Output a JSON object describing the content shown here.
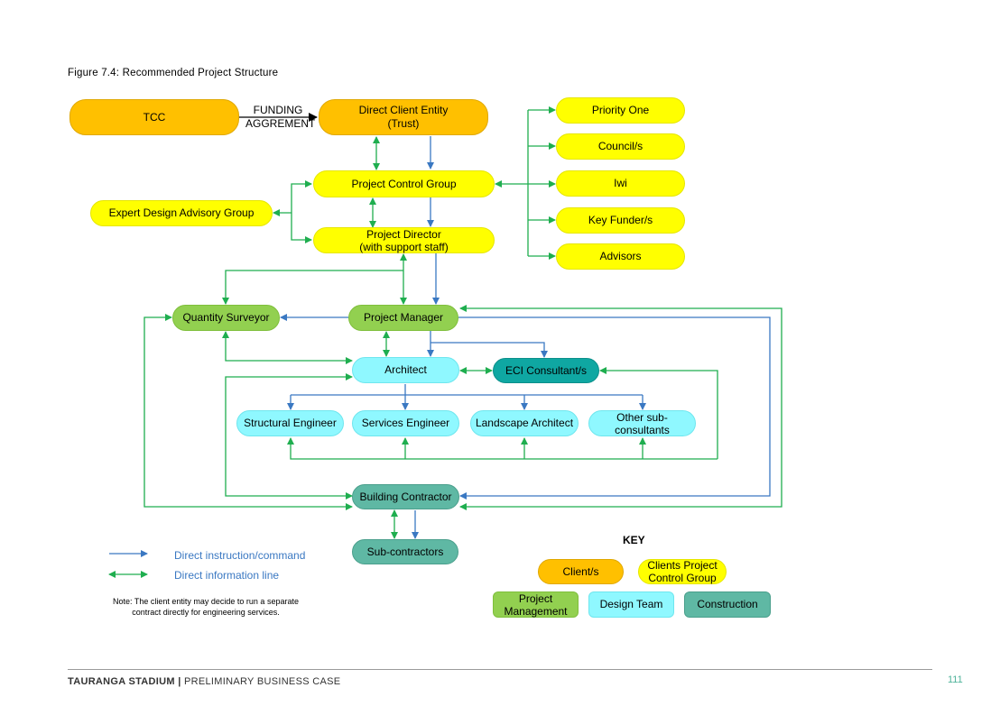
{
  "figure": {
    "label": "Figure 7.4:",
    "title": "Recommended Project Structure"
  },
  "nodes": {
    "tcc": "TCC",
    "funding": "FUNDING AGGREMENT",
    "direct_client": [
      "Direct Client Entity",
      "(Trust)"
    ],
    "priority_one": "Priority One",
    "councils": "Council/s",
    "iwi": "Iwi",
    "key_funders": "Key Funder/s",
    "advisors": "Advisors",
    "pcg": "Project Control Group",
    "expert": "Expert Design Advisory Group",
    "project_director": [
      "Project Director",
      "(with support staff)"
    ],
    "quantity_surveyor": "Quantity Surveyor",
    "project_manager": "Project Manager",
    "architect": "Architect",
    "eci": "ECI Consultant/s",
    "structural": "Structural Engineer",
    "services": "Services Engineer",
    "landscape": "Landscape Architect",
    "other_sub": [
      "Other sub-",
      "consultants"
    ],
    "building_contractor": "Building Contractor",
    "sub_contractors": "Sub-contractors"
  },
  "legend": {
    "direct": "Direct instruction/command",
    "info": "Direct information line",
    "note": [
      "Note: The client entity may decide to run a separate",
      "contract directly for engineering services."
    ]
  },
  "key": {
    "title": "KEY",
    "client": "Client/s",
    "clients_pcg": [
      "Clients Project",
      "Control Group"
    ],
    "project_management": [
      "Project",
      "Management"
    ],
    "design_team": "Design Team",
    "construction": "Construction"
  },
  "colors": {
    "client": "#ffc000",
    "pcg": "#ffff00",
    "project_management": "#92d050",
    "design_team": "#8ff8ff",
    "construction": "#5fb8a4",
    "eci": "#0fa7a2",
    "direct_line": "#3a78c2",
    "info_line": "#1fae4f"
  },
  "footer": {
    "project": "TAURANGA STADIUM",
    "separator": "|",
    "doc": "PRELIMINARY BUSINESS CASE",
    "page": "111"
  }
}
